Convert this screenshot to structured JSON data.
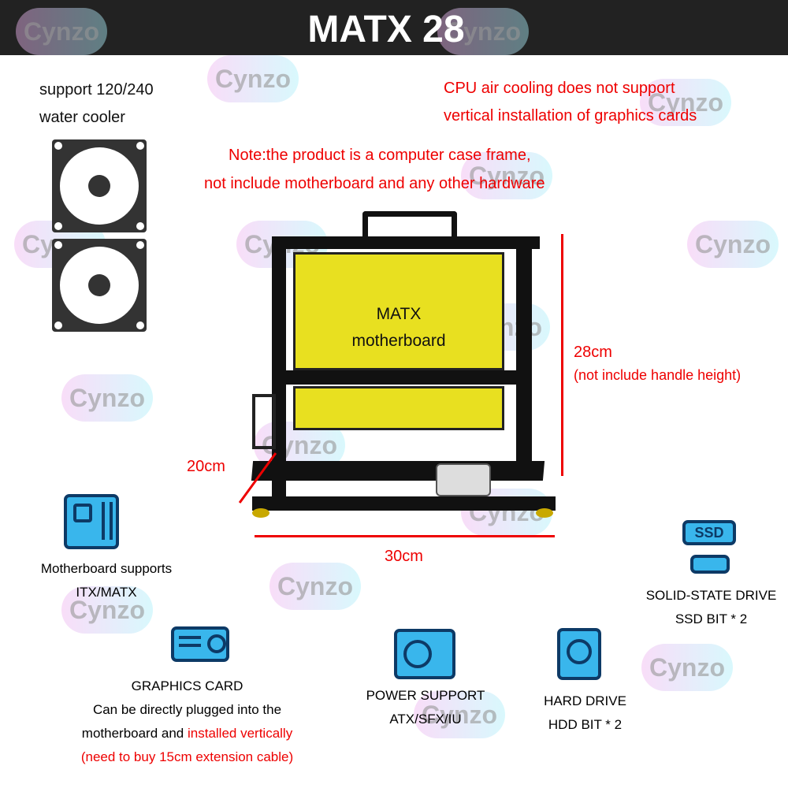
{
  "header": {
    "title": "MATX 28"
  },
  "watermark": "Cynzo",
  "cooler": {
    "line1": "support 120/240",
    "line2": "water cooler"
  },
  "notes": {
    "cpu_line1": "CPU air cooling does not support",
    "cpu_line2": "vertical installation of graphics cards",
    "product_line1": "Note:the product is a computer case frame,",
    "product_line2": "not include motherboard and any other hardware"
  },
  "frame": {
    "board_line1": "MATX",
    "board_line2": "motherboard"
  },
  "dimensions": {
    "height": "28cm",
    "height_note": "(not include handle height)",
    "depth": "20cm",
    "width": "30cm"
  },
  "features": {
    "motherboard": {
      "line1": "Motherboard supports",
      "line2": "ITX/MATX"
    },
    "gpu": {
      "title": "GRAPHICS CARD",
      "line1": "Can be directly plugged into the",
      "line2a": "motherboard and ",
      "line2b": "installed vertically",
      "line3": "(need to buy 15cm extension cable)"
    },
    "psu": {
      "line1": "POWER SUPPORT",
      "line2": "ATX/SFX/IU"
    },
    "hdd": {
      "line1": "HARD DRIVE",
      "line2": "HDD  BIT * 2"
    },
    "ssd": {
      "badge": "SSD",
      "line1": "SOLID-STATE DRIVE",
      "line2": "SSD BIT * 2"
    }
  },
  "colors": {
    "accent_red": "#ee0000",
    "icon_blue": "#39b6ec",
    "panel_yellow": "#e8e020"
  }
}
